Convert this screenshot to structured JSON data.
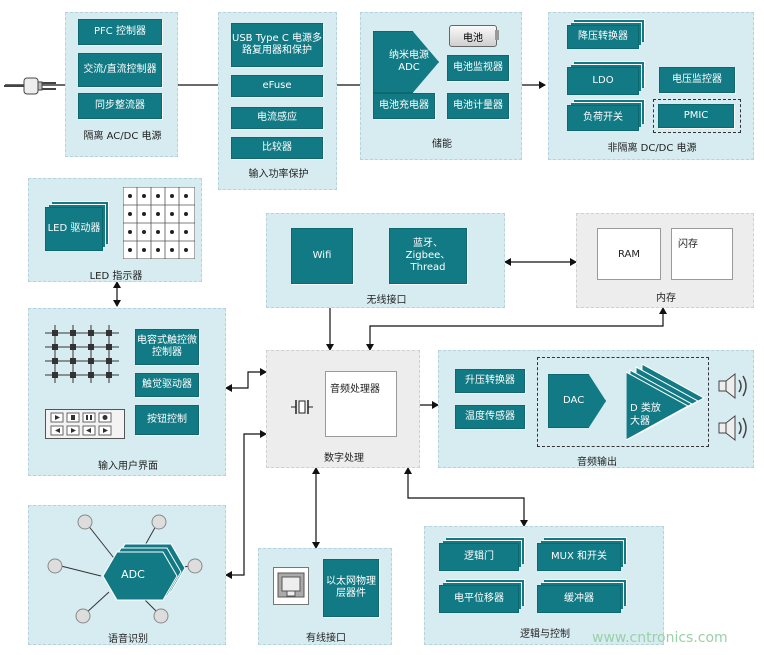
{
  "power_ac_dc": {
    "caption": "隔离 AC/DC 电源",
    "pfc": "PFC 控制器",
    "ac_dc_ctrl": "交流/直流控制器",
    "sync_rect": "同步整流器"
  },
  "input_protection": {
    "caption": "输入功率保护",
    "usb": "USB Type C 电源多路复用器和保护",
    "efuse": "eFuse",
    "current_sense": "电流感应",
    "comparator": "比较器"
  },
  "energy_storage": {
    "caption": "储能",
    "battery": "电池",
    "nano_adc": "纳米电源ADC",
    "battery_monitor": "电池监视器",
    "battery_charger": "电池充电器",
    "battery_gauge": "电池计量器"
  },
  "power_dc_dc": {
    "caption": "非隔离 DC/DC 电源",
    "buck": "降压转换器",
    "ldo": "LDO",
    "voltage_monitor": "电压监控器",
    "load_switch": "负荷开关",
    "pmic": "PMIC"
  },
  "led": {
    "caption": "LED 指示器",
    "driver": "LED 驱动器"
  },
  "wireless": {
    "caption": "无线接口",
    "wifi": "Wifi",
    "bt": "蓝牙、Zigbee、Thread"
  },
  "memory": {
    "caption": "内存",
    "ram": "RAM",
    "flash": "闪存"
  },
  "ui": {
    "caption": "输入用户界面",
    "cap_touch": "电容式触控微控制器",
    "haptic": "触觉驱动器",
    "button": "按钮控制"
  },
  "dsp": {
    "caption": "数字处理",
    "audio_proc": "音频处理器"
  },
  "audio_out": {
    "caption": "音频输出",
    "boost": "升压转换器",
    "temp": "温度传感器",
    "dac": "DAC",
    "amp": "D 类放大器"
  },
  "voice": {
    "caption": "语音识别",
    "adc": "ADC"
  },
  "wired": {
    "caption": "有线接口",
    "phy": "以太网物理层器件"
  },
  "logic": {
    "caption": "逻辑与控制",
    "gate": "逻辑门",
    "mux": "MUX 和开关",
    "level": "电平位移器",
    "buffer": "缓冲器"
  },
  "watermark": "www.cntronics.com",
  "colors": {
    "panel": "#d7ecf1",
    "block": "#127a84",
    "grey_panel": "#ededed"
  }
}
